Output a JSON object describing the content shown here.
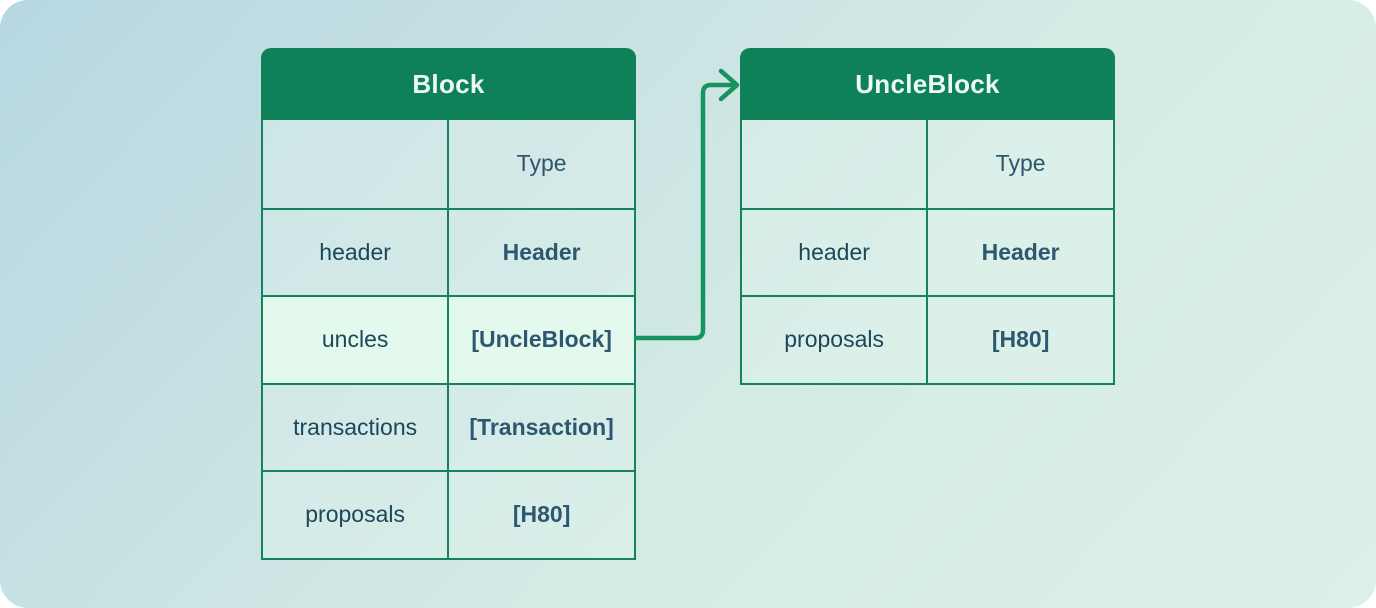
{
  "diagram": {
    "kind": "schema-relationship",
    "colors": {
      "background_gradient_start": "#b6d7e3",
      "background_gradient_end": "#dcf1e9",
      "table_header_bg": "#0f8158",
      "table_border": "#15835a",
      "highlight_row_bg": "#e3f9ee",
      "connector": "#17935f",
      "header_text": "#ecfaf4",
      "name_text": "#1c4759",
      "value_text": "#2e5872"
    }
  },
  "tables": [
    {
      "title": "Block",
      "type_column_label": "Type",
      "rows": [
        {
          "name": "header",
          "type": "Header"
        },
        {
          "name": "uncles",
          "type": "[UncleBlock]"
        },
        {
          "name": "transactions",
          "type": "[Transaction]"
        },
        {
          "name": "proposals",
          "type": "[H80]"
        }
      ]
    },
    {
      "title": "UncleBlock",
      "type_column_label": "Type",
      "rows": [
        {
          "name": "header",
          "type": "Header"
        },
        {
          "name": "proposals",
          "type": "[H80]"
        }
      ]
    }
  ],
  "connector": {
    "from": "Block.uncles",
    "to": "UncleBlock"
  }
}
